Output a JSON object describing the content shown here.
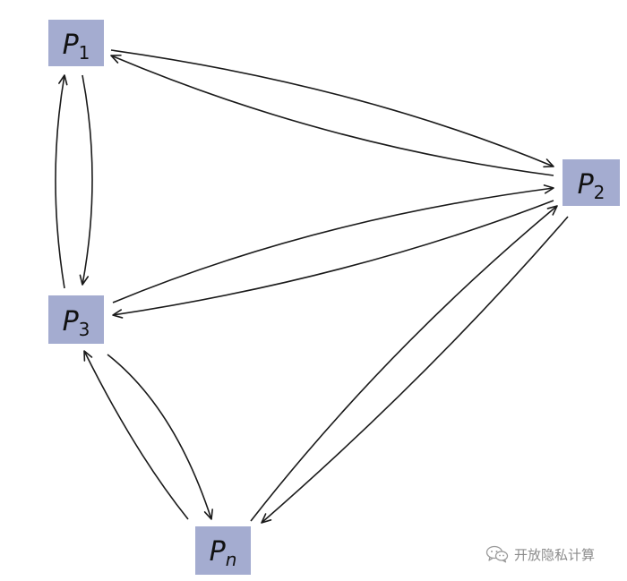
{
  "nodes": {
    "p1": {
      "main": "P",
      "sub": "1"
    },
    "p2": {
      "main": "P",
      "sub": "2"
    },
    "p3": {
      "main": "P",
      "sub": "3"
    },
    "pn": {
      "main": "P",
      "sub": "n"
    }
  },
  "colors": {
    "node_fill": "#a4acd0",
    "edge": "#1a1a1a",
    "watermark_text": "#8c8c8c"
  },
  "watermark": {
    "icon": "wechat-icon",
    "text": "开放隐私计算"
  }
}
